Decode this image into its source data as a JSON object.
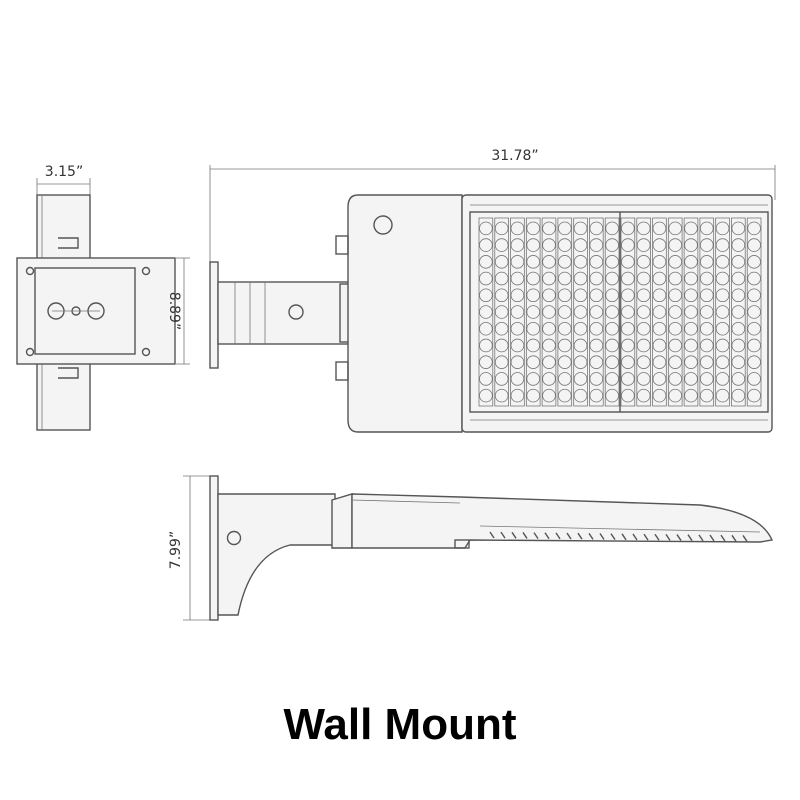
{
  "title": "Wall Mount",
  "dimensions": {
    "side_width": "3.15”",
    "overall_length": "31.78”",
    "plate_height": "8.89”",
    "profile_height": "7.99”"
  },
  "colors": {
    "line": "#555555",
    "background": "#ffffff",
    "caption": "#000000"
  },
  "led_grid": {
    "columns": 18,
    "rows": 11
  }
}
